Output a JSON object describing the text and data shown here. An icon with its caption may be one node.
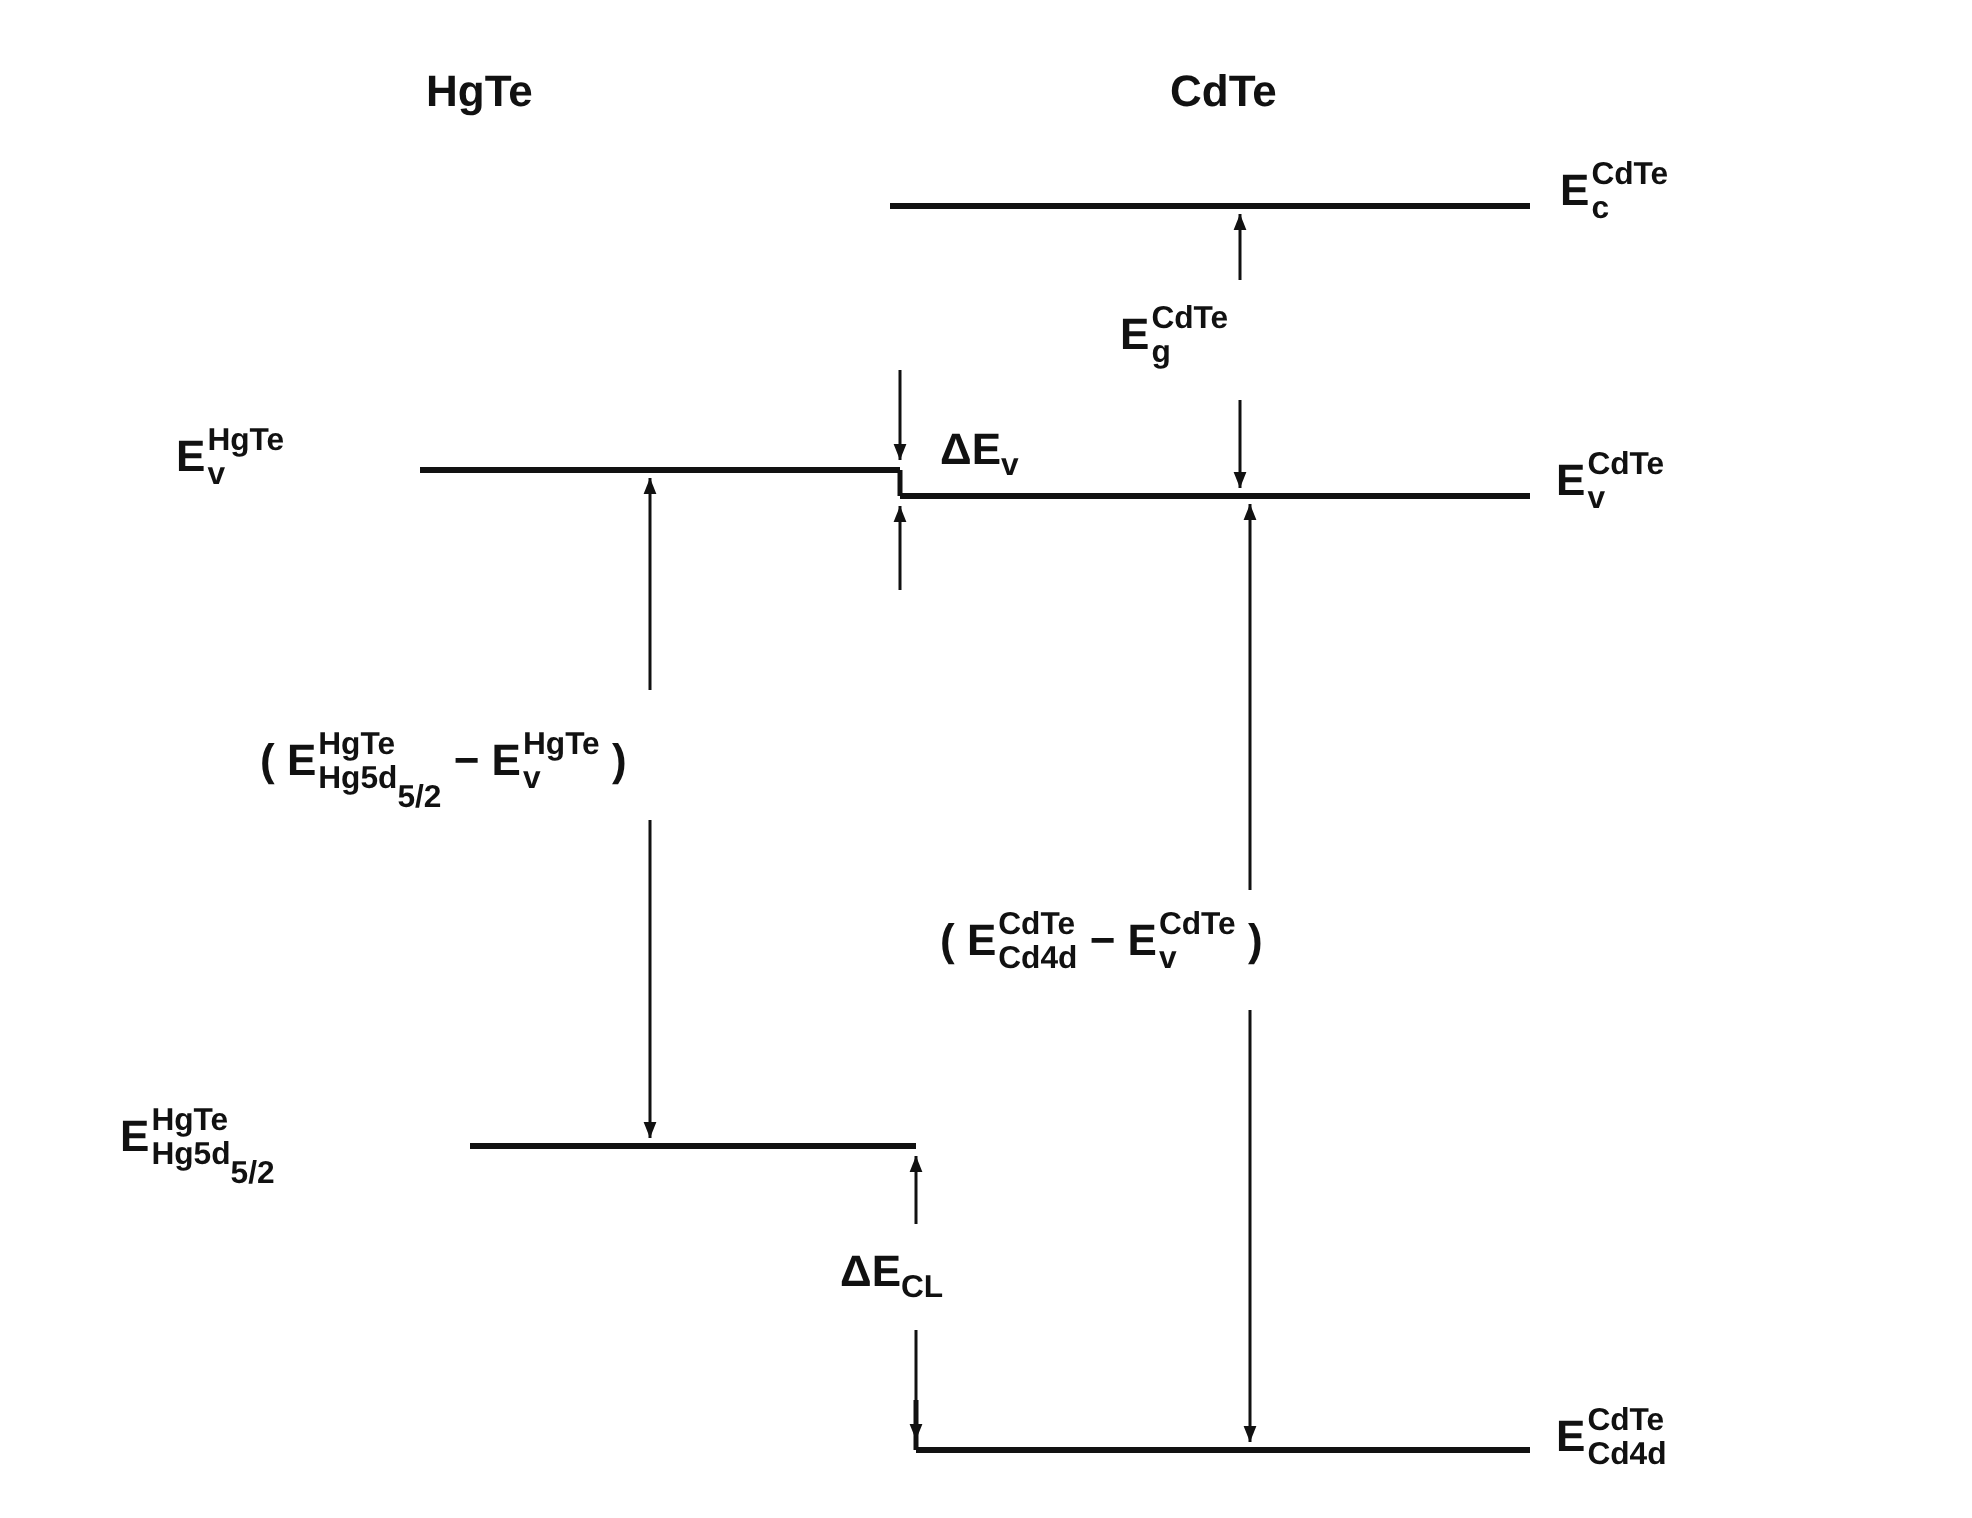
{
  "diagram": {
    "labels": [
      "HgTe",
      "CdTe",
      "E$^{CdTe}$$_{c}$",
      "E$^{CdTe}$$_{g}$",
      "E$^{HgTe}$$_{v}$",
      "ΔE$_{v}$",
      "E$^{CdTe}$$_{v}$",
      "( E$^{HgTe}$$_{Hg5d}$$_{5/2}$ − E$^{HgTe}$$_{v}$ )",
      "( E$^{CdTe}$$_{Cd4d}$ − E$^{CdTe}$$_{v}$ )",
      "E$^{HgTe}$$_{Hg5d}$$_{5/2}$",
      "ΔE$_{CL}$",
      "E$^{CdTe}$$_{Cd4d}$"
    ]
  }
}
